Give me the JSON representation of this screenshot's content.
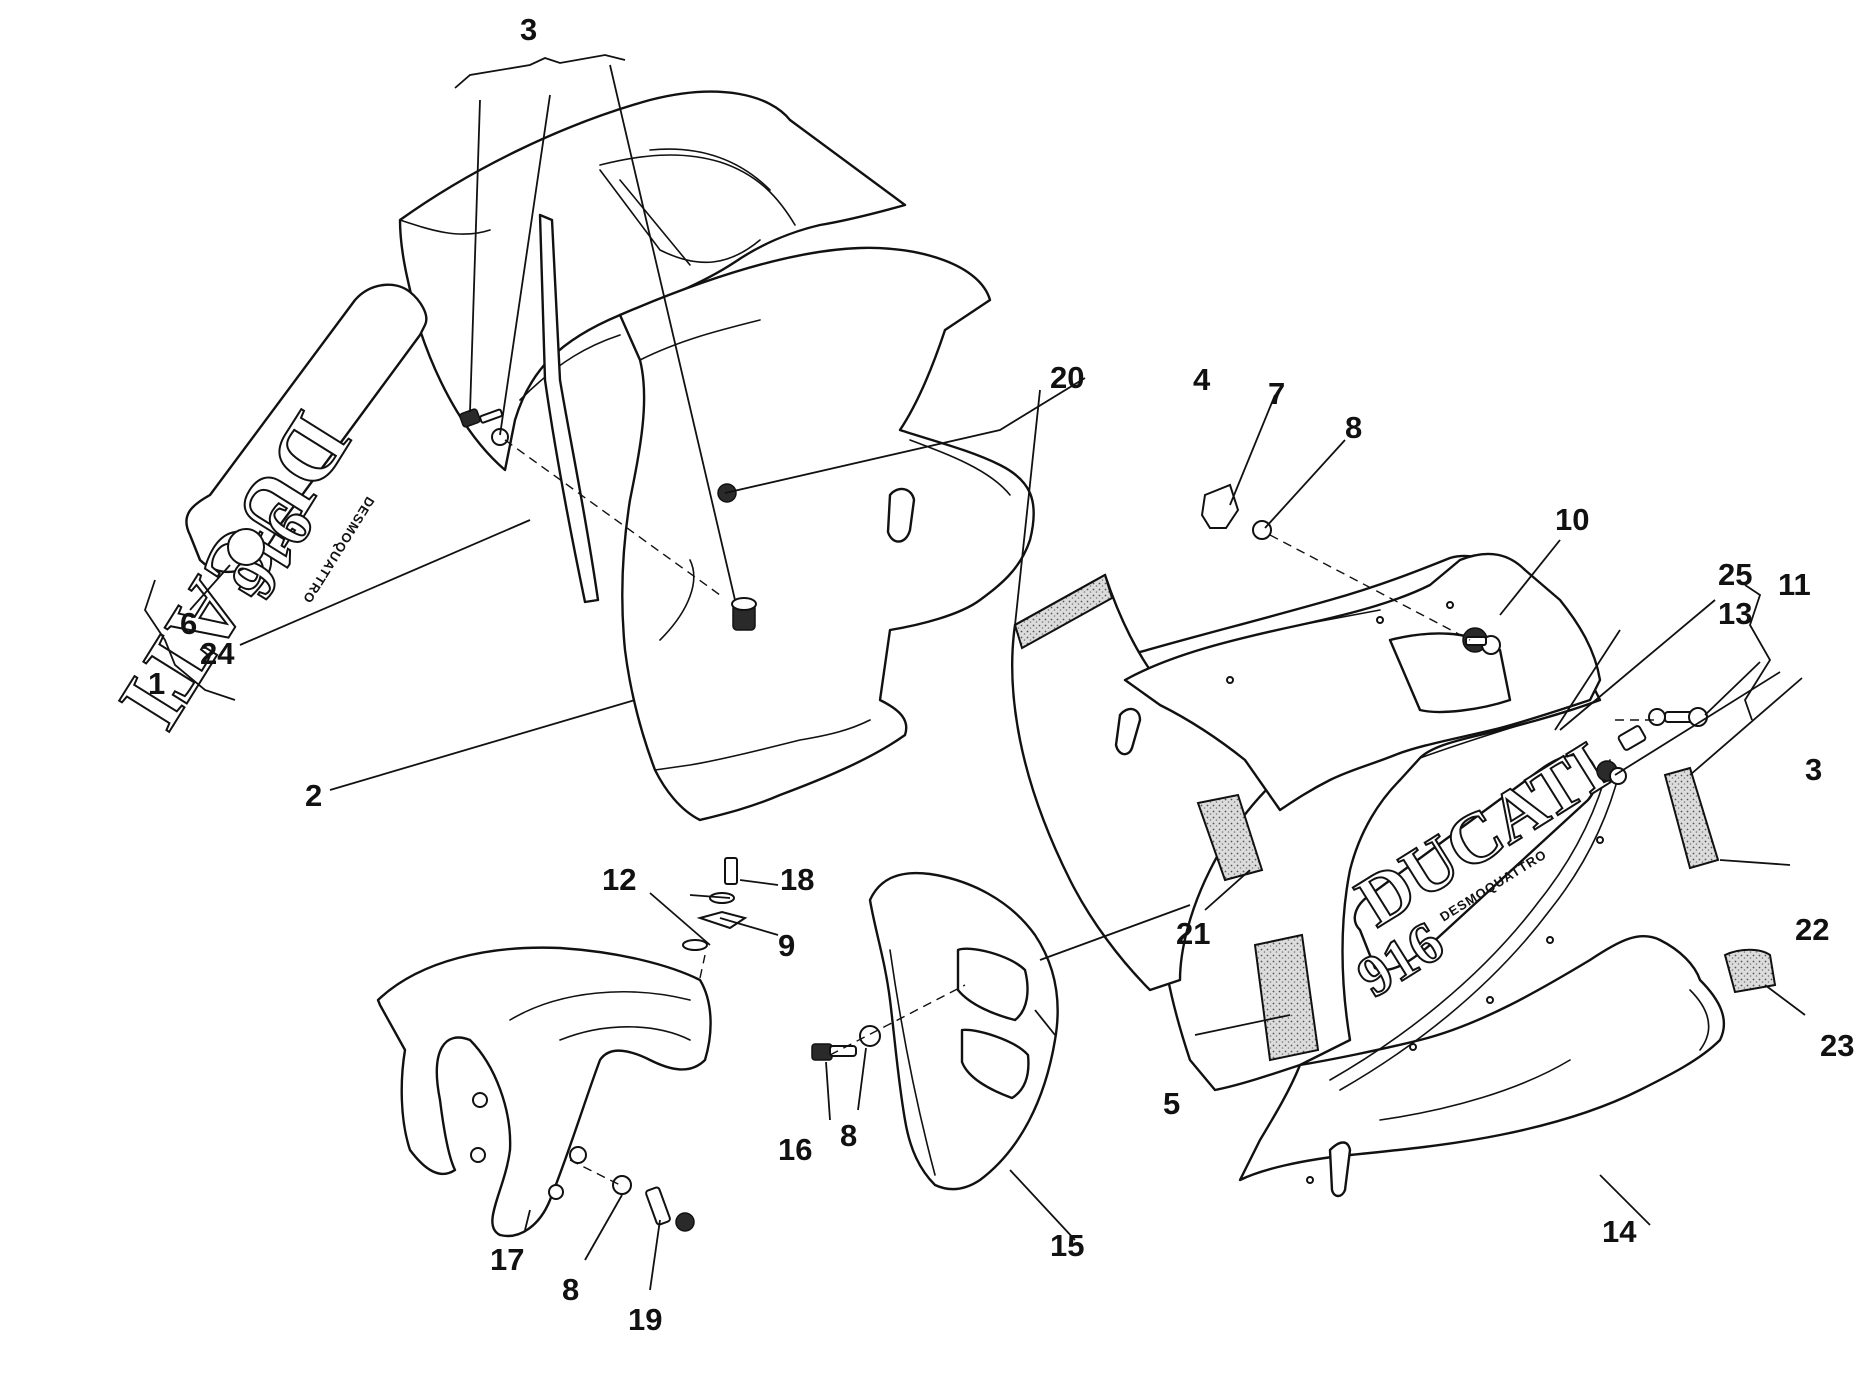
{
  "diagram": {
    "callouts": {
      "c1": "1",
      "c2": "2",
      "c3_top": "3",
      "c3_right": "3",
      "c4": "4",
      "c5": "5",
      "c6": "6",
      "c7": "7",
      "c8_top": "8",
      "c8_shield": "8",
      "c8_fender": "8",
      "c9": "9",
      "c10": "10",
      "c11": "11",
      "c12": "12",
      "c13": "13",
      "c14": "14",
      "c15": "15",
      "c16": "16",
      "c17": "17",
      "c18": "18",
      "c19": "19",
      "c20": "20",
      "c21": "21",
      "c22": "22",
      "c23": "23",
      "c24": "24",
      "c25": "25"
    },
    "decals": {
      "left_brand": "DUCATI",
      "left_model": "916",
      "left_sub": "DESMOQUATTRO",
      "right_brand": "DUCATI",
      "right_model": "916",
      "right_sub": "DESMOQUATTRO"
    }
  }
}
